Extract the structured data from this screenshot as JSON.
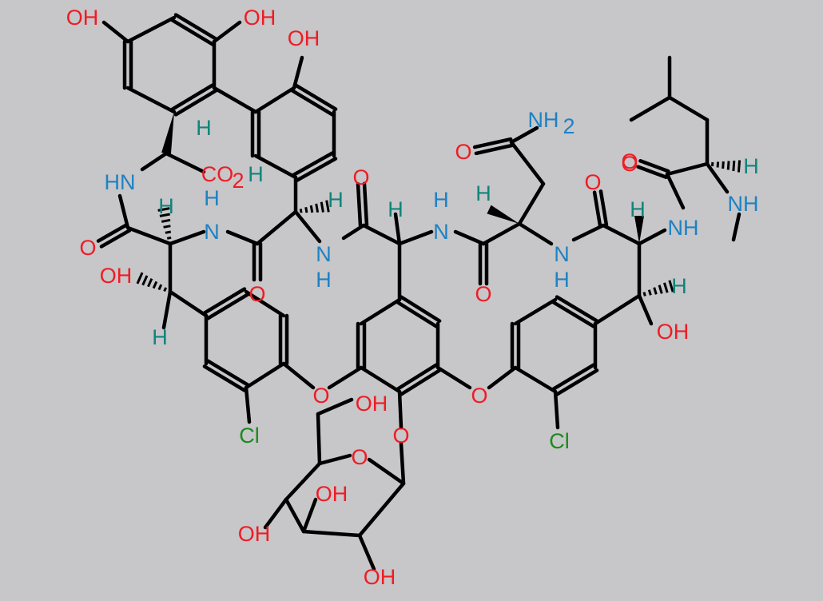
{
  "colors": {
    "background": "#c7c6c8",
    "bond": "#000000",
    "O": "#ee1c25",
    "N": "#1d82c4",
    "H": "#10857b",
    "Cl": "#1b8a1f"
  },
  "labels": {
    "oh_top_left": "OH",
    "oh_top_right": "OH",
    "oh_phenol": "OH",
    "h_alpha1": "H",
    "co2h_co": "CO",
    "co2h_sub": "2",
    "co2h_h": "H",
    "hn_left": "HN",
    "o_amide1": "O",
    "h_alpha2": "H",
    "h_nh2": "H",
    "n_nh2": "N",
    "h_alpha3": "H",
    "oh_beta": "OH",
    "h_beta": "H",
    "o_amide2": "O",
    "n_nh3": "N",
    "h_nh3": "H",
    "o_amide3": "O",
    "h_alpha4": "H",
    "h_nh4": "H",
    "n_nh4": "N",
    "o_amide4": "O",
    "nh2_amide": "NH",
    "nh2_sub": "2",
    "o_carbonyl_asn": "O",
    "h_alpha5": "H",
    "n_nh5": "N",
    "h_nh5": "H",
    "o_amide5": "O",
    "o_amide6": "O",
    "h_alpha6": "H",
    "nh_right": "NH",
    "h_beta2": "H",
    "oh_beta2": "OH",
    "o_amide7": "O",
    "h_alpha7": "H",
    "nh_methyl": "NH",
    "cl_left": "Cl",
    "cl_right": "Cl",
    "o_ether1": "O",
    "o_ether2": "O",
    "o_glyco": "O",
    "o_ring": "O",
    "oh_sugar1": "OH",
    "oh_sugar2": "OH",
    "oh_sugar3": "OH",
    "oh_sugar4": "OH"
  }
}
